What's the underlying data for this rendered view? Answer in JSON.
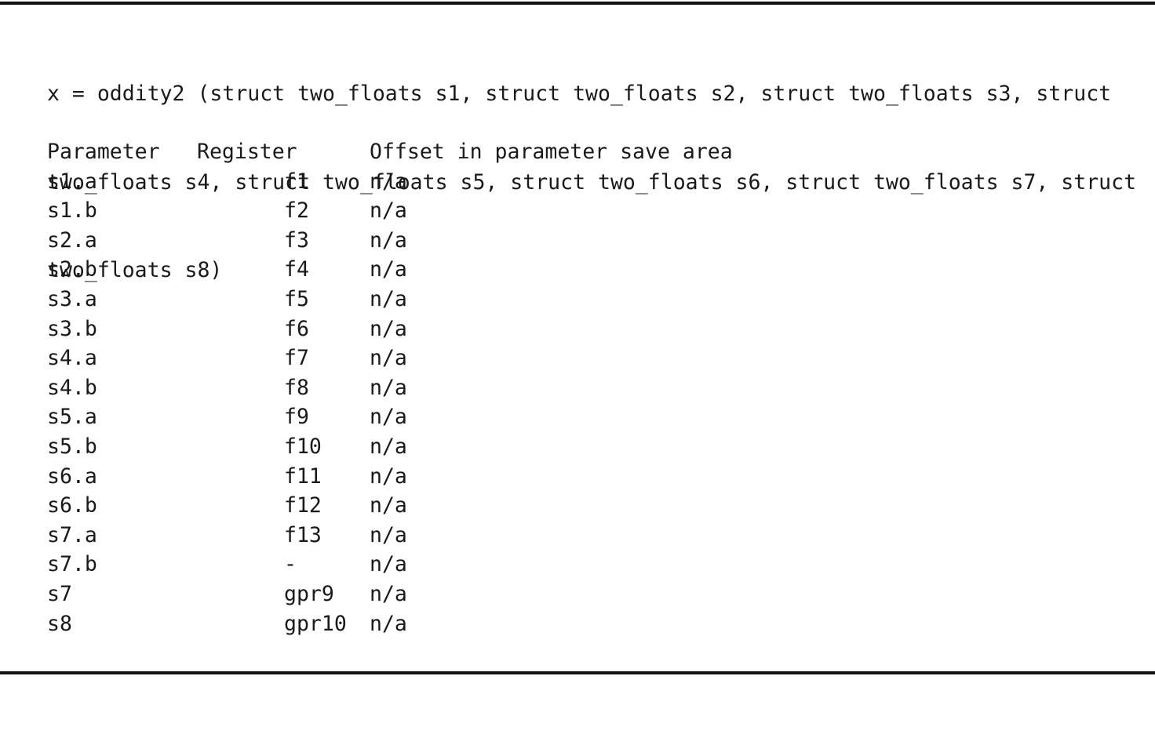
{
  "signature_lines": [
    "x = oddity2 (struct two_floats s1, struct two_floats s2, struct two_floats s3, struct",
    "two_floats s4, struct two_floats s5, struct two_floats s6, struct two_floats s7, struct",
    "two_floats s8)"
  ],
  "table": {
    "headers": {
      "parameter": "Parameter",
      "register": "Register",
      "offset": "Offset in parameter save area"
    },
    "rows": [
      {
        "parameter": "s1.a",
        "register": "f1",
        "offset": "n/a"
      },
      {
        "parameter": "s1.b",
        "register": "f2",
        "offset": "n/a"
      },
      {
        "parameter": "s2.a",
        "register": "f3",
        "offset": "n/a"
      },
      {
        "parameter": "s2.b",
        "register": "f4",
        "offset": "n/a"
      },
      {
        "parameter": "s3.a",
        "register": "f5",
        "offset": "n/a"
      },
      {
        "parameter": "s3.b",
        "register": "f6",
        "offset": "n/a"
      },
      {
        "parameter": "s4.a",
        "register": "f7",
        "offset": "n/a"
      },
      {
        "parameter": "s4.b",
        "register": "f8",
        "offset": "n/a"
      },
      {
        "parameter": "s5.a",
        "register": "f9",
        "offset": "n/a"
      },
      {
        "parameter": "s5.b",
        "register": "f10",
        "offset": "n/a"
      },
      {
        "parameter": "s6.a",
        "register": "f11",
        "offset": "n/a"
      },
      {
        "parameter": "s6.b",
        "register": "f12",
        "offset": "n/a"
      },
      {
        "parameter": "s7.a",
        "register": "f13",
        "offset": "n/a"
      },
      {
        "parameter": "s7.b",
        "register": "-",
        "offset": "n/a"
      },
      {
        "parameter": "s7",
        "register": "gpr9",
        "offset": "n/a"
      },
      {
        "parameter": "s8",
        "register": "gpr10",
        "offset": "n/a"
      }
    ]
  }
}
